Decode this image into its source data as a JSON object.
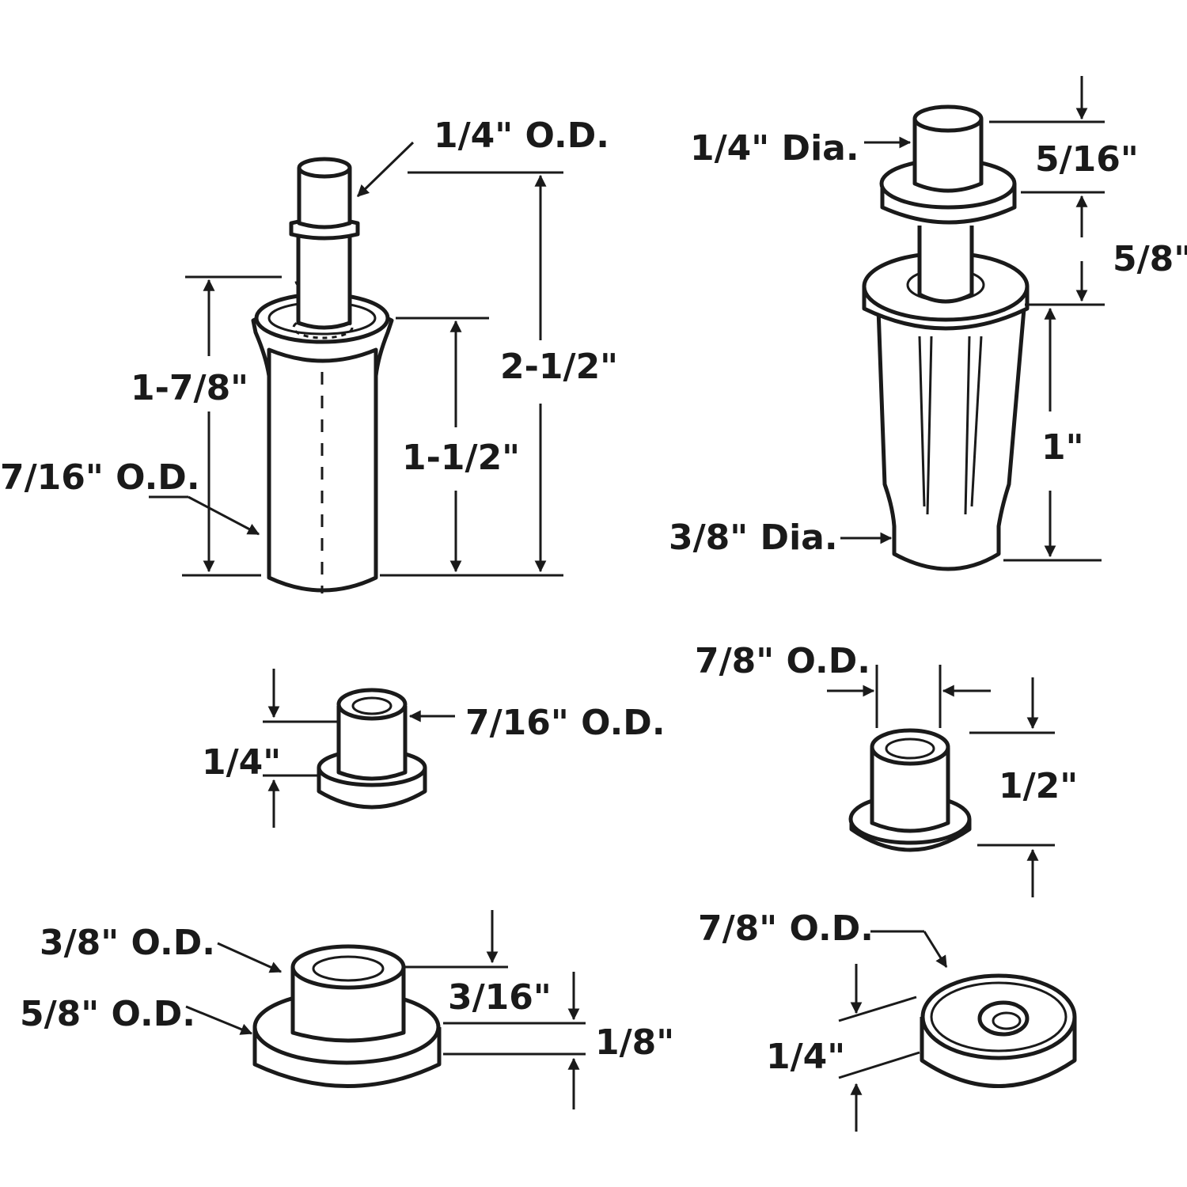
{
  "labels": {
    "a_top_od": "1/4\" O.D.",
    "a_total_height": "2-1/2\"",
    "a_upper_height": "1-7/8\"",
    "a_body_height": "1-1/2\"",
    "a_body_od": "7/16\" O.D.",
    "b_top_dia": "1/4\" Dia.",
    "b_top_height": "5/16\"",
    "b_mid_height": "5/8\"",
    "b_body_height": "1\"",
    "b_body_dia": "3/8\" Dia.",
    "c_od": "7/16\" O.D.",
    "c_height": "1/4\"",
    "d_od": "7/8\" O.D.",
    "d_height": "1/2\"",
    "e_top_od": "3/8\" O.D.",
    "e_base_od": "5/8\" O.D.",
    "e_top_height": "3/16\"",
    "e_base_height": "1/8\"",
    "f_od": "7/8\" O.D.",
    "f_height": "1/4\""
  }
}
